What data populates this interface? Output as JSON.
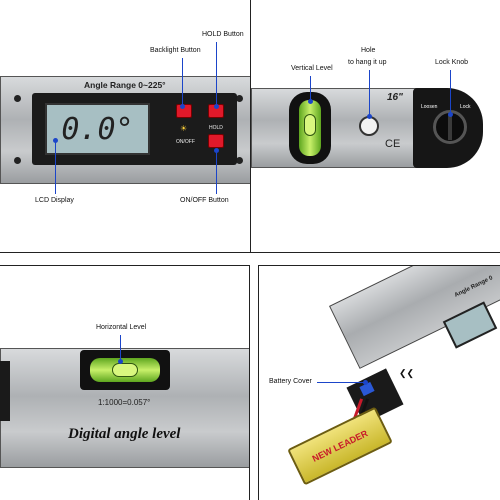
{
  "top_left": {
    "angle_range": "Angle Range 0~225°",
    "lcd_value": "0.0°",
    "hold_key": "HOLD",
    "onoff_key": "ON/OFF",
    "labels": {
      "backlight": "Backlight Button",
      "hold": "HOLD Button",
      "lcd": "LCD Display",
      "onoff": "ON/OFF Button"
    }
  },
  "top_right": {
    "size_mark": "16\"",
    "ce_mark": "CE",
    "loosen": "Loosen",
    "lock": "Lock",
    "labels": {
      "vertical_level": "Vertical Level",
      "hole_line1": "Hole",
      "hole_line2": "to hang it up",
      "lock_knob": "Lock Knob"
    }
  },
  "bottom_left": {
    "accuracy": "1:1000=0.057°",
    "product_name": "Digital angle level",
    "labels": {
      "horizontal_level": "Horizontal Level"
    }
  },
  "bottom_right": {
    "angle_range_partial": "Angle Range 0",
    "battery_brand": "NEW LEADER",
    "labels": {
      "battery_cover": "Battery Cover"
    }
  },
  "colors": {
    "annotation_blue": "#1b45c9",
    "button_red": "#e0192a",
    "lcd_green": "#a7bfc3",
    "bubble_green": "#8fd14a"
  }
}
